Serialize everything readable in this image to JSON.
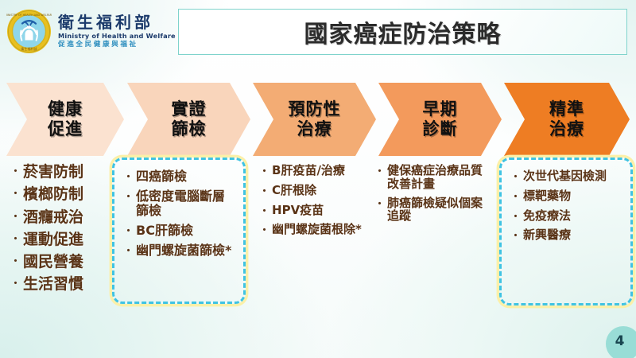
{
  "header": {
    "org_name_cn": "衛生福利部",
    "org_name_en": "Ministry of Health and Welfare",
    "org_slogan": "促進全民健康與福祉",
    "title": "國家癌症防治策略"
  },
  "stages": [
    {
      "label": "健康\n促進",
      "color": "#FBE2D0"
    },
    {
      "label": "實證\n篩檢",
      "color": "#F9D5BB"
    },
    {
      "label": "預防性\n治療",
      "color": "#F3AC74"
    },
    {
      "label": "早期\n診斷",
      "color": "#F39A5C"
    },
    {
      "label": "精準\n治療",
      "color": "#EE7D23"
    }
  ],
  "columns": [
    {
      "boxed": false,
      "font_size": "19px",
      "items": [
        "菸害防制",
        "檳榔防制",
        "酒癮戒治",
        "運動促進",
        "國民營養",
        "生活習慣"
      ]
    },
    {
      "boxed": true,
      "font_size": "16px",
      "items": [
        "四癌篩檢",
        "低密度電腦斷層篩檢",
        "BC肝篩檢",
        "幽門螺旋菌篩檢*"
      ]
    },
    {
      "boxed": false,
      "font_size": "15px",
      "items": [
        "B肝疫苗/治療",
        "C肝根除",
        "HPV疫苗",
        "幽門螺旋菌根除*"
      ]
    },
    {
      "boxed": false,
      "font_size": "15px",
      "items": [
        "健保癌症治療品質改善計畫",
        "肺癌篩檢疑似個案追蹤"
      ]
    },
    {
      "boxed": true,
      "font_size": "15px",
      "items": [
        "次世代基因檢測",
        "標靶藥物",
        "免疫療法",
        "新興醫療"
      ]
    }
  ],
  "footer": {
    "page_number": "4"
  },
  "bullet_glyph": "・",
  "colors": {
    "title_border": "#7fd3cc",
    "bullet_text": "#5a3417",
    "dash_border": "#3fc3e3",
    "dash_glow": "#fbf0a8",
    "page_badge": "#99ddd6"
  }
}
